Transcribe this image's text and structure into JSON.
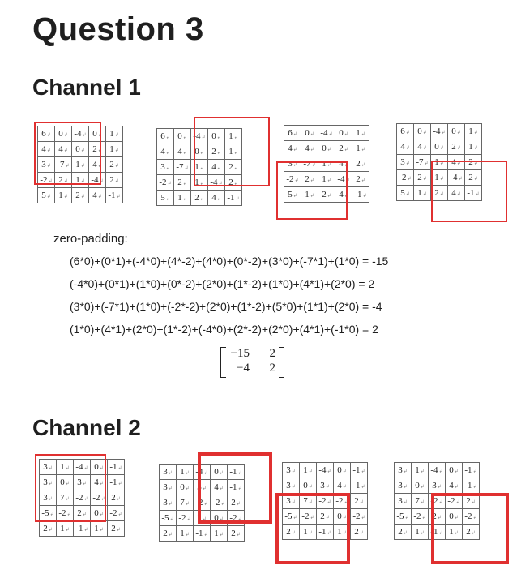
{
  "title": "Question 3",
  "channel1": {
    "heading": "Channel 1",
    "grid": [
      [
        "6",
        "0",
        "-4",
        "0",
        "1"
      ],
      [
        "4",
        "4",
        "0",
        "2",
        "1"
      ],
      [
        "3",
        "-7",
        "1",
        "4",
        "2"
      ],
      [
        "-2",
        "2",
        "1",
        "-4",
        "2"
      ],
      [
        "5",
        "1",
        "2",
        "4",
        "-1"
      ]
    ],
    "padding_label": "zero-padding:",
    "equations": [
      "(6*0)+(0*1)+(-4*0)+(4*-2)+(4*0)+(0*-2)+(3*0)+(-7*1)+(1*0) = -15",
      "(-4*0)+(0*1)+(1*0)+(0*-2)+(2*0)+(1*-2)+(1*0)+(4*1)+(2*0) = 2",
      "(3*0)+(-7*1)+(1*0)+(-2*-2)+(2*0)+(1*-2)+(5*0)+(1*1)+(2*0) = -4",
      "(1*0)+(4*1)+(2*0)+(1*-2)+(-4*0)+(2*-2)+(2*0)+(4*1)+(-1*0) = 2"
    ],
    "result": [
      [
        "−15",
        "2"
      ],
      [
        "−4",
        "2"
      ]
    ]
  },
  "channel2": {
    "heading": "Channel 2",
    "grid": [
      [
        "3",
        "1",
        "-4",
        "0",
        "-1"
      ],
      [
        "3",
        "0",
        "3",
        "4",
        "-1"
      ],
      [
        "3",
        "7",
        "-2",
        "-2",
        "2"
      ],
      [
        "-5",
        "-2",
        "2",
        "0",
        "-2"
      ],
      [
        "2",
        "1",
        "-1",
        "1",
        "2"
      ]
    ]
  },
  "colors": {
    "highlight": "#e03030"
  }
}
